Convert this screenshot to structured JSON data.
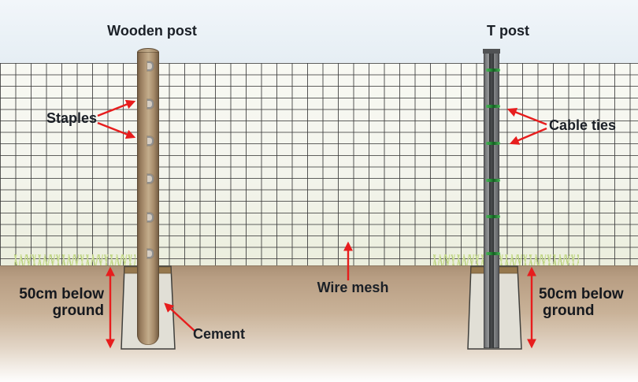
{
  "labels": {
    "wooden_post": "Wooden post",
    "t_post": "T post",
    "staples": "Staples",
    "cable_ties": "Cable ties",
    "wire_mesh": "Wire mesh",
    "cement": "Cement",
    "depth_line1": "50cm below",
    "depth_line2": "ground"
  },
  "fasteners": {
    "staple_count": 6,
    "cable_tie_count": 6
  },
  "colors": {
    "arrow_red": "#e71d1d",
    "text": "#1b2027",
    "sky": "#eaf1f6",
    "mesh_background": "#f4f5ec",
    "mesh_wire": "#4a4a4a",
    "ground_top": "#ab9176",
    "wood": "#a98d6b",
    "steel_gray": "#75777a",
    "cement_fill": "#e1dfd6",
    "cement_cap_brown": "#96784e",
    "grass_green": "#c8da93",
    "cable_tie_green": "#2f9e41",
    "staple_gray": "#c9c9c9"
  }
}
